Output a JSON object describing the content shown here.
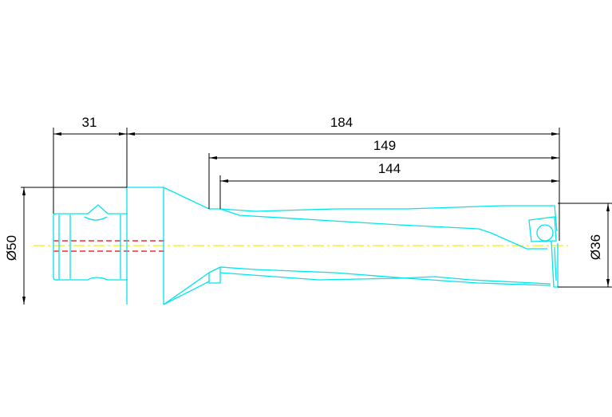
{
  "drawing": {
    "title": "Drill body technical drawing",
    "colors": {
      "outline": "#00e5ee",
      "centerline": "#f0f000",
      "hidden": "#e8000b",
      "dimension": "#000000",
      "background": "#ffffff"
    },
    "dimensions": {
      "shank_length": "31",
      "overall_length": "184",
      "length_149": "149",
      "length_144": "144",
      "shank_diameter": "Ø50",
      "drill_diameter": "Ø36"
    }
  }
}
